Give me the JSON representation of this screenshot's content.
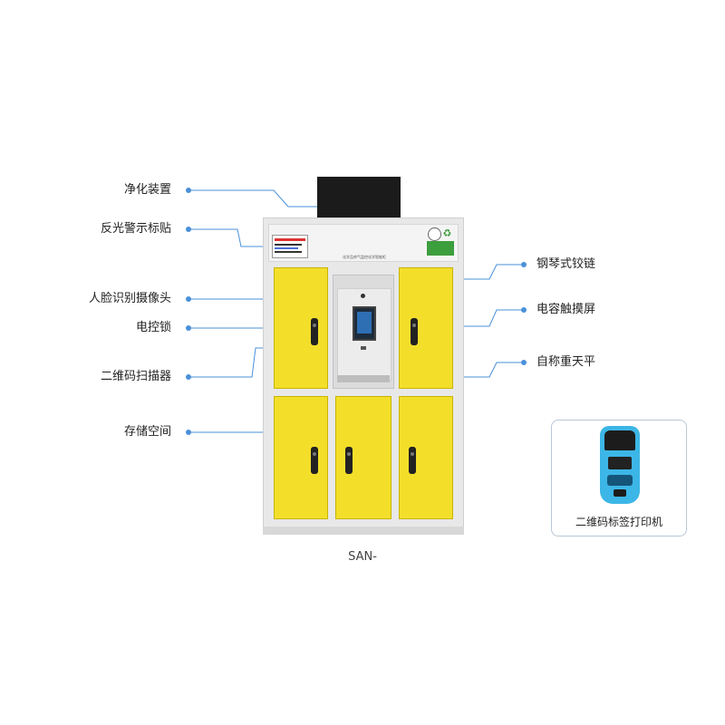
{
  "callouts_left": [
    {
      "id": "purifier",
      "label": "净化装置"
    },
    {
      "id": "reflective-sticker",
      "label": "反光警示标贴"
    },
    {
      "id": "face-camera",
      "label": "人脸识别摄像头"
    },
    {
      "id": "electric-lock",
      "label": "电控锁"
    },
    {
      "id": "qr-scanner",
      "label": "二维码扫描器"
    },
    {
      "id": "storage",
      "label": "存储空间"
    }
  ],
  "callouts_right": [
    {
      "id": "piano-hinge",
      "label": "钢琴式铰链"
    },
    {
      "id": "touch-screen",
      "label": "电容触摸屏"
    },
    {
      "id": "self-weighing",
      "label": "自称重天平"
    }
  ],
  "cabinet": {
    "header_text": "化学品库气监控化学智能柜",
    "model": "SAN-"
  },
  "printer": {
    "label": "二维码标签打印机"
  },
  "colors": {
    "door": "#f3df2a",
    "callout_line": "#4a90d9",
    "cabinet_body": "#e8e8e8"
  }
}
